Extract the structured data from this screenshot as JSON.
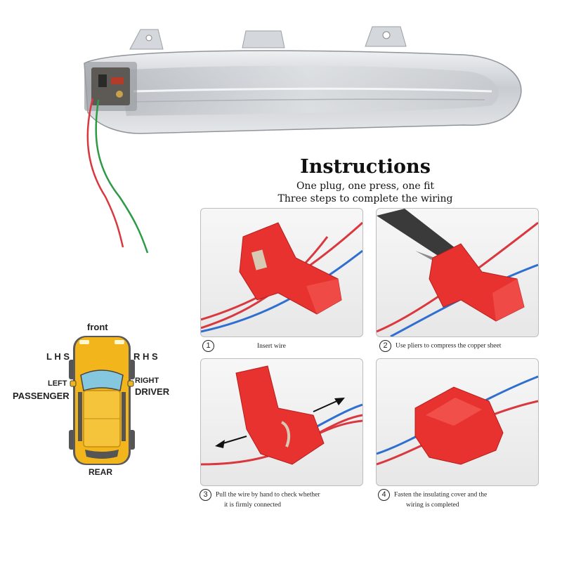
{
  "instructions": {
    "title": "Instructions",
    "line1": "One plug, one press, one fit",
    "line2": "Three steps to complete the wiring"
  },
  "steps": [
    {
      "number": "1",
      "text": "Insert wire"
    },
    {
      "number": "2",
      "text": "Use pliers to compress the copper sheet"
    },
    {
      "number": "3",
      "text": "Pull the wire by hand to check whether",
      "text2": "it is firmly connected"
    },
    {
      "number": "4",
      "text": "Fasten the insulating cover and the",
      "text2": "wiring is completed"
    }
  ],
  "car_diagram": {
    "front": "front",
    "lhs": "L H S",
    "rhs": "R H S",
    "left": "LEFT",
    "passenger": "PASSENGER",
    "right": "RIGHT",
    "driver": "DRIVER",
    "rear": "REAR"
  },
  "colors": {
    "connector_red": "#e8322f",
    "wire_red": "#d9383f",
    "wire_blue": "#2f6fd0",
    "wire_green": "#2e9a46",
    "car_yellow": "#f3b51c"
  }
}
